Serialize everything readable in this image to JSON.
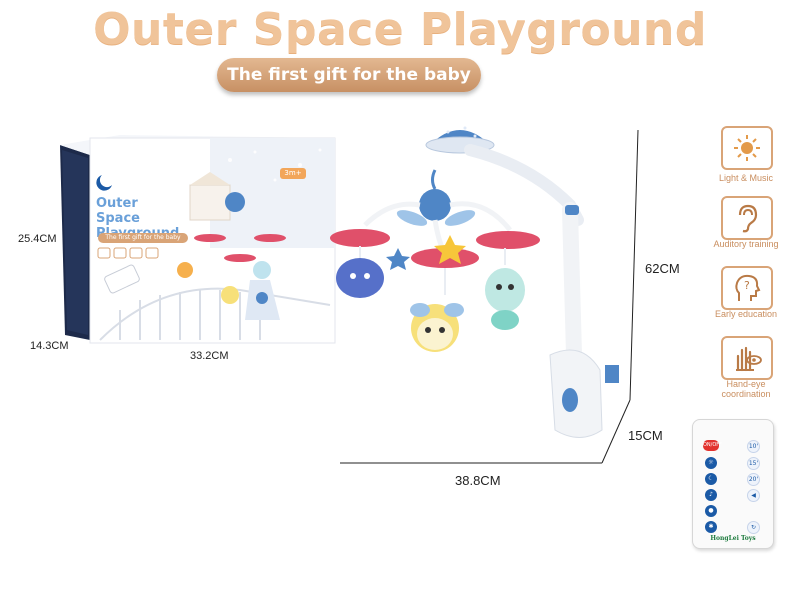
{
  "header": {
    "title": "Outer Space Playground",
    "subtitle": "The first gift for the baby"
  },
  "package": {
    "title": "Outer Space Playground",
    "tagline": "The first gift for the baby",
    "age_badge": "3m+",
    "dimensions": {
      "height": "25.4CM",
      "depth": "14.3CM",
      "width": "33.2CM"
    }
  },
  "product": {
    "dimensions": {
      "height": "62CM",
      "depth": "15CM",
      "width": "38.8CM"
    }
  },
  "features": [
    {
      "label": "Light & Music",
      "icon": "sun-icon"
    },
    {
      "label": "Auditory training",
      "icon": "ear-icon"
    },
    {
      "label": "Early education",
      "icon": "question-head-icon"
    },
    {
      "label": "Hand-eye coordination",
      "icon": "hand-eye-icon"
    }
  ],
  "remote": {
    "buttons": [
      "ON/OFF",
      "10'",
      "15'",
      "20'"
    ],
    "brand": "HongLei Toys"
  },
  "colors": {
    "title": "#f0c49a",
    "pill": "#c79064",
    "feature_border": "#d9a477",
    "mobile_blue": "#4f86c6",
    "mobile_pink": "#e0506a"
  }
}
